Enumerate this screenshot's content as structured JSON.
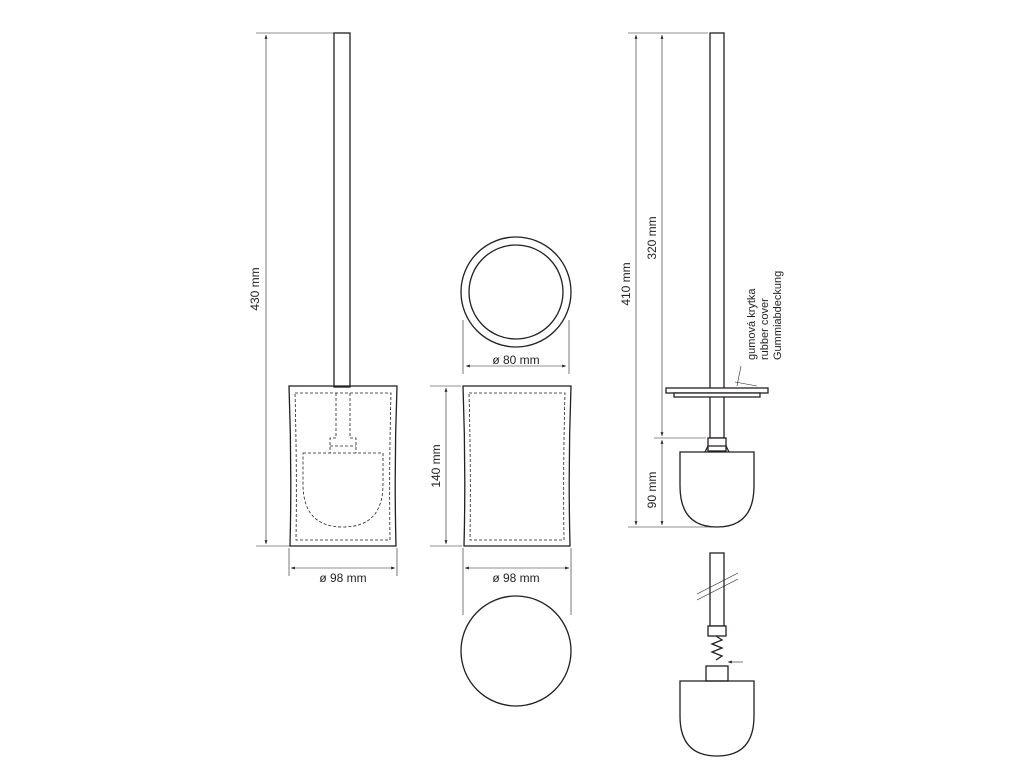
{
  "colors": {
    "line": "#231f20",
    "background": "#ffffff"
  },
  "front_view": {
    "height_label": "430 mm",
    "width_label": "ø 98 mm"
  },
  "container_view": {
    "top_diameter_label": "ø 80 mm",
    "height_label": "140 mm",
    "bottom_diameter_label": "ø 98 mm"
  },
  "brush_view": {
    "total_label": "410 mm",
    "handle_label": "320 mm",
    "head_label": "90 mm",
    "cover_note": [
      "gumová krytka",
      "rubber cover",
      "Gummiabdeckung"
    ]
  }
}
